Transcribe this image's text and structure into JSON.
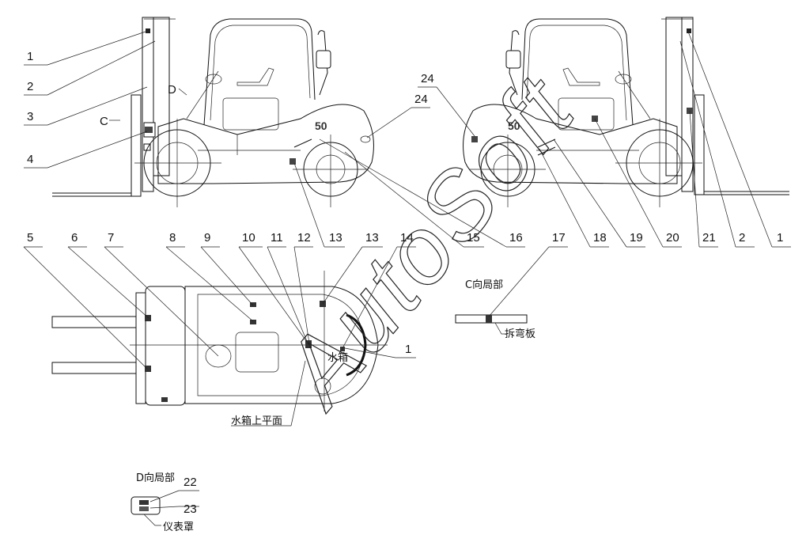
{
  "diagram": {
    "callouts_left_view": [
      "1",
      "2",
      "3",
      "4"
    ],
    "callouts_right_view_top": [
      "24",
      "24"
    ],
    "callouts_right_view_bottom": [
      "13",
      "15",
      "16",
      "18",
      "19",
      "20",
      "21",
      "2",
      "1"
    ],
    "callouts_top_view": [
      "5",
      "6",
      "7",
      "8",
      "9",
      "10",
      "11",
      "12",
      "13",
      "14"
    ],
    "callout_top_view_right": "1",
    "callout_c_view": "17",
    "callouts_d_view": [
      "22",
      "23"
    ],
    "view_labels": {
      "c_arrow": "C",
      "d_arrow": "D",
      "c_detail_title": "C向局部",
      "c_detail_part": "拆弯板",
      "d_detail_title": "D向局部",
      "d_detail_part": "仪表罩",
      "water_tank": "水箱",
      "water_tank_top": "水箱上平面"
    },
    "model_badge": "50",
    "watermark": "AutoSoft"
  }
}
